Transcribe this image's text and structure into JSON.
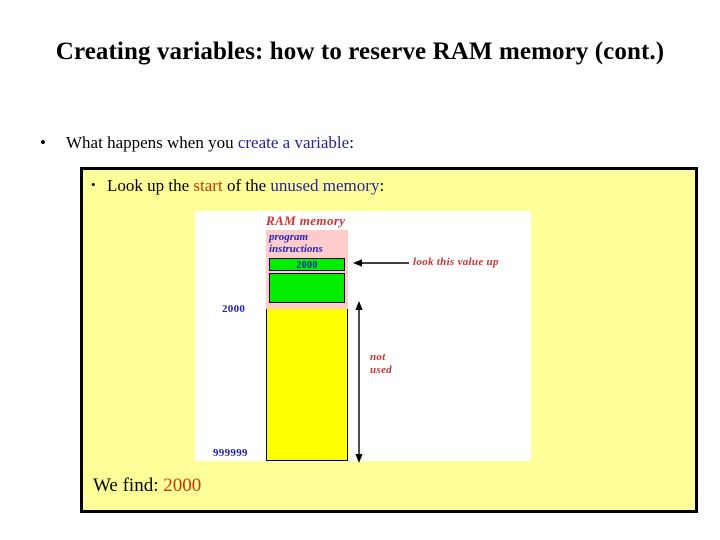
{
  "slide": {
    "title": "Creating variables: how to reserve RAM memory (cont.)",
    "bullet1": {
      "marker": "•",
      "text_plain": "What happens when you ",
      "text_accent": "create a variable",
      "text_tail": ":"
    },
    "bullet2": {
      "marker": "•",
      "text_lead": "Look up the ",
      "text_accent_red": "start",
      "text_mid": " of the ",
      "text_accent_blue": "unused memory",
      "text_tail": ":"
    },
    "conclusion": {
      "label": "We find: ",
      "value": "2000"
    }
  },
  "diagram": {
    "ram_title": "RAM memory",
    "program_label_line1": "program",
    "program_label_line2": "instructions",
    "value_box_text": "2000",
    "address_start": "2000",
    "address_end": "999999",
    "callout": "look this value up",
    "span_label_line1": "not",
    "span_label_line2": "used"
  },
  "colors": {
    "panel_bg": "#ffff99",
    "panel_border": "#000000",
    "ram_title": "#cc3333",
    "program_bg": "#ffcccc",
    "program_text": "#2222bb",
    "value_box_bg": "#00ee00",
    "value_box_text": "#2222bb",
    "unused_bg": "#ffff00",
    "address_text": "#2222bb",
    "callout_text": "#cc3333",
    "accent_blue": "#24249a",
    "accent_red": "#cc3300"
  }
}
